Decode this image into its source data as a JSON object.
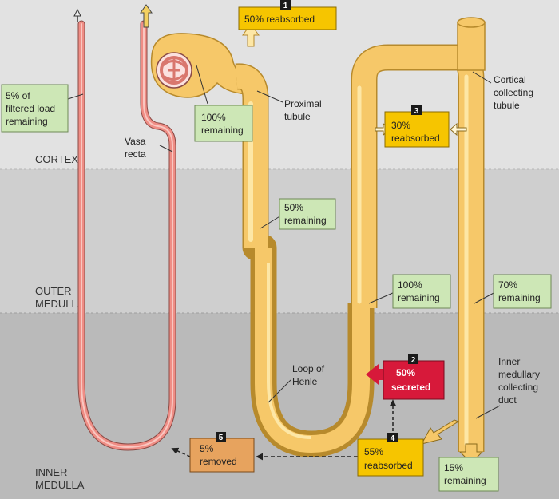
{
  "zones": {
    "cortex": "CORTEX",
    "outer_medulla": [
      "OUTER",
      "MEDULLA"
    ],
    "inner_medulla": [
      "INNER",
      "MEDULLA"
    ]
  },
  "labels": {
    "vasa_recta": [
      "Vasa",
      "recta"
    ],
    "proximal_tubule": [
      "Proximal",
      "tubule"
    ],
    "cortical_collecting_tubule": [
      "Cortical",
      "collecting",
      "tubule"
    ],
    "loop_of_henle": [
      "Loop of",
      "Henle"
    ],
    "inner_medullary_collecting_duct": [
      "Inner",
      "medullary",
      "collecting",
      "duct"
    ]
  },
  "boxes": {
    "filtered_load": [
      "5% of",
      "filtered load",
      "remaining"
    ],
    "glomerulus_remaining": [
      "100%",
      "remaining"
    ],
    "proximal_remaining": [
      "50%",
      "remaining"
    ],
    "loop_remaining": [
      "100%",
      "remaining"
    ],
    "cortical_remaining": [
      "70%",
      "remaining"
    ],
    "final_remaining": [
      "15%",
      "remaining"
    ]
  },
  "steps": [
    {
      "number": "1",
      "lines": [
        "50% reabsorbed"
      ]
    },
    {
      "number": "2",
      "lines": [
        "50%",
        "secreted"
      ]
    },
    {
      "number": "3",
      "lines": [
        "30%",
        "reabsorbed"
      ]
    },
    {
      "number": "4",
      "lines": [
        "55%",
        "reabsorbed"
      ]
    },
    {
      "number": "5",
      "lines": [
        "5%",
        "removed"
      ]
    }
  ],
  "colors": {
    "cortex_bg": "#e2e2e2",
    "outer_bg": "#cfcfcf",
    "inner_bg": "#bababa",
    "tubule": "#f6c869",
    "tubule_light": "#fde7a6",
    "vasa": "#ef8d85",
    "vasa_light": "#f9c7c1",
    "green_box": "#cde7b6",
    "yellow_box": "#f6c500",
    "red_box": "#d7193a",
    "orange_box": "#e7a35e"
  }
}
